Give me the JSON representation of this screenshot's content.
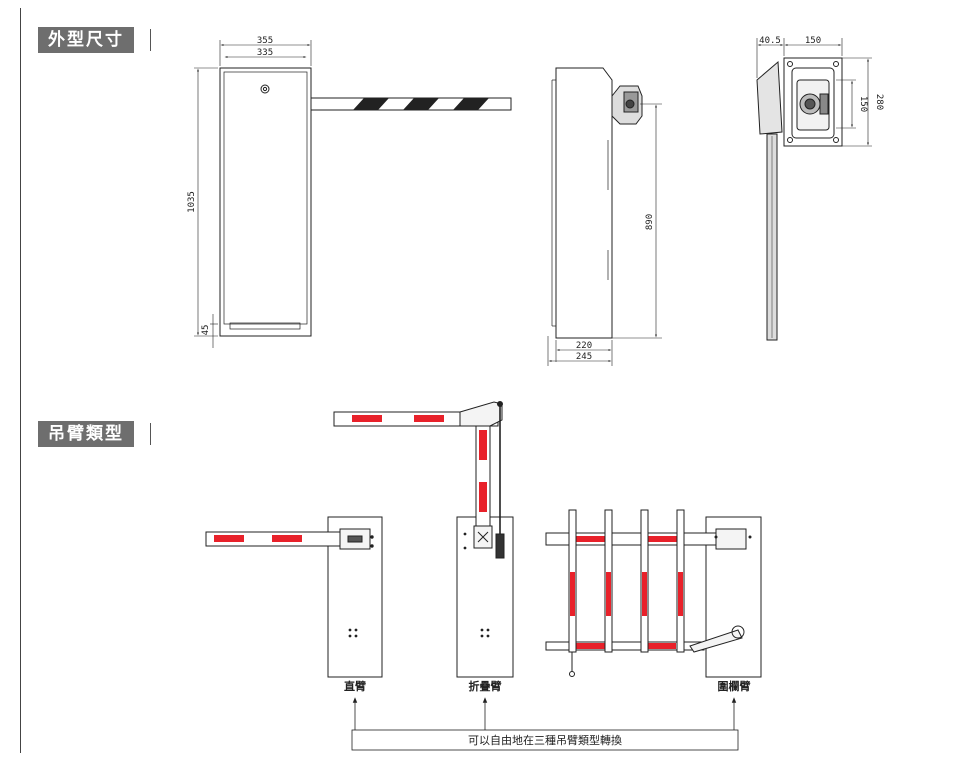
{
  "sections": {
    "dimensions_title": "外型尺寸",
    "arm_types_title": "吊臂類型"
  },
  "front_view": {
    "width_outer": "355",
    "width_inner": "335",
    "height": "1035",
    "base": "45"
  },
  "side_view": {
    "arm_height": "890",
    "depth_inner": "220",
    "depth_outer": "245"
  },
  "top_view": {
    "offset": "40.5",
    "bracket_width": "150",
    "hole_spacing": "150",
    "bracket_depth": "280"
  },
  "arm_types": {
    "straight": "直臂",
    "folding": "折疊臂",
    "fence": "圍欄臂",
    "note": "可以自由地在三種吊臂類型轉換"
  },
  "colors": {
    "stripe_red": "#e8212a",
    "line": "#222222",
    "title_bg": "#6e6e6e"
  }
}
